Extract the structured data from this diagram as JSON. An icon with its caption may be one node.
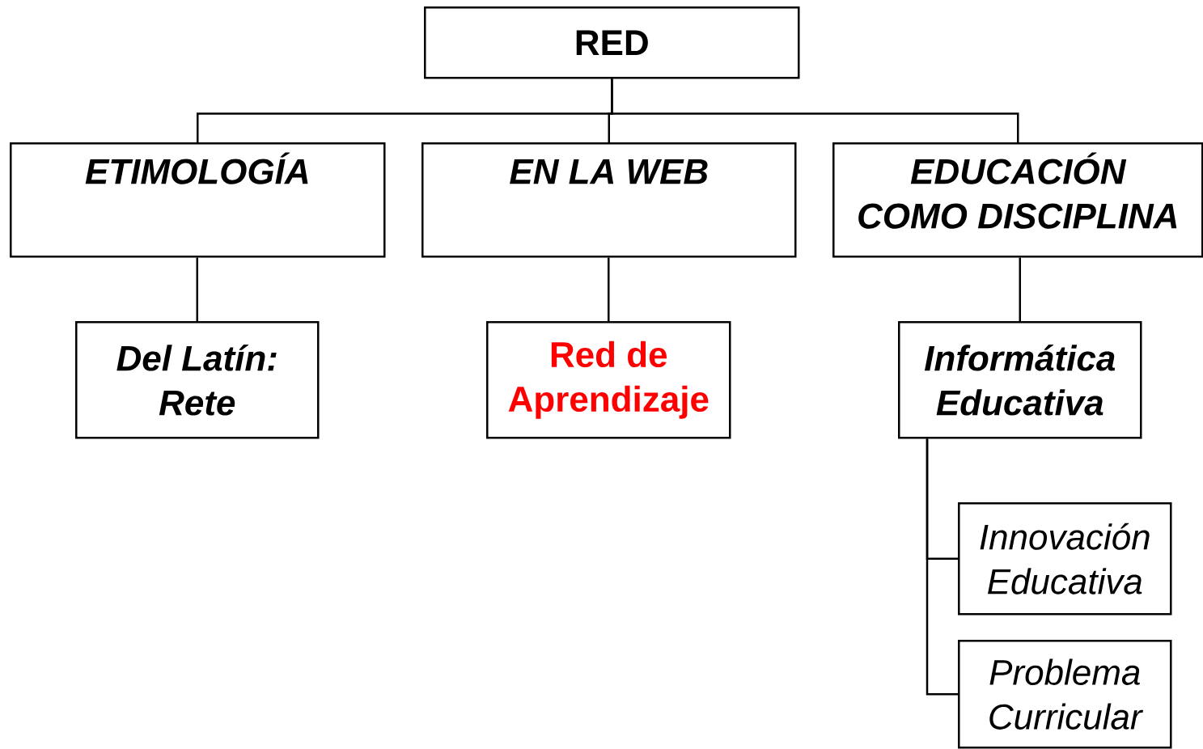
{
  "diagram": {
    "nodes": [
      {
        "text": [
          "RED"
        ]
      },
      {
        "text": [
          "ETIMOLOGÍA"
        ]
      },
      {
        "text": [
          "EN LA WEB"
        ]
      },
      {
        "text": [
          "EDUCACIÓN COMO DISCIPLINA"
        ]
      },
      {
        "text": [
          "Del Latín: Rete"
        ]
      },
      {
        "text": [
          "Red de Aprendizaje"
        ]
      },
      {
        "text": [
          "Informática Educativa"
        ]
      },
      {
        "text": [
          "Innovación Educativa"
        ]
      },
      {
        "text": [
          "Problema Curricular"
        ]
      }
    ],
    "edges": [
      {
        "from": 0,
        "to": 1,
        "arrow": "none"
      },
      {
        "from": 0,
        "to": 2,
        "arrow": "none"
      },
      {
        "from": 0,
        "to": 3,
        "arrow": "none"
      },
      {
        "from": 1,
        "to": 4,
        "arrow": "none"
      },
      {
        "from": 2,
        "to": 5,
        "arrow": "none"
      },
      {
        "from": 3,
        "to": 6,
        "arrow": "none"
      },
      {
        "from": 6,
        "to": 7,
        "arrow": "none"
      },
      {
        "from": 6,
        "to": 8,
        "arrow": "none"
      }
    ]
  }
}
